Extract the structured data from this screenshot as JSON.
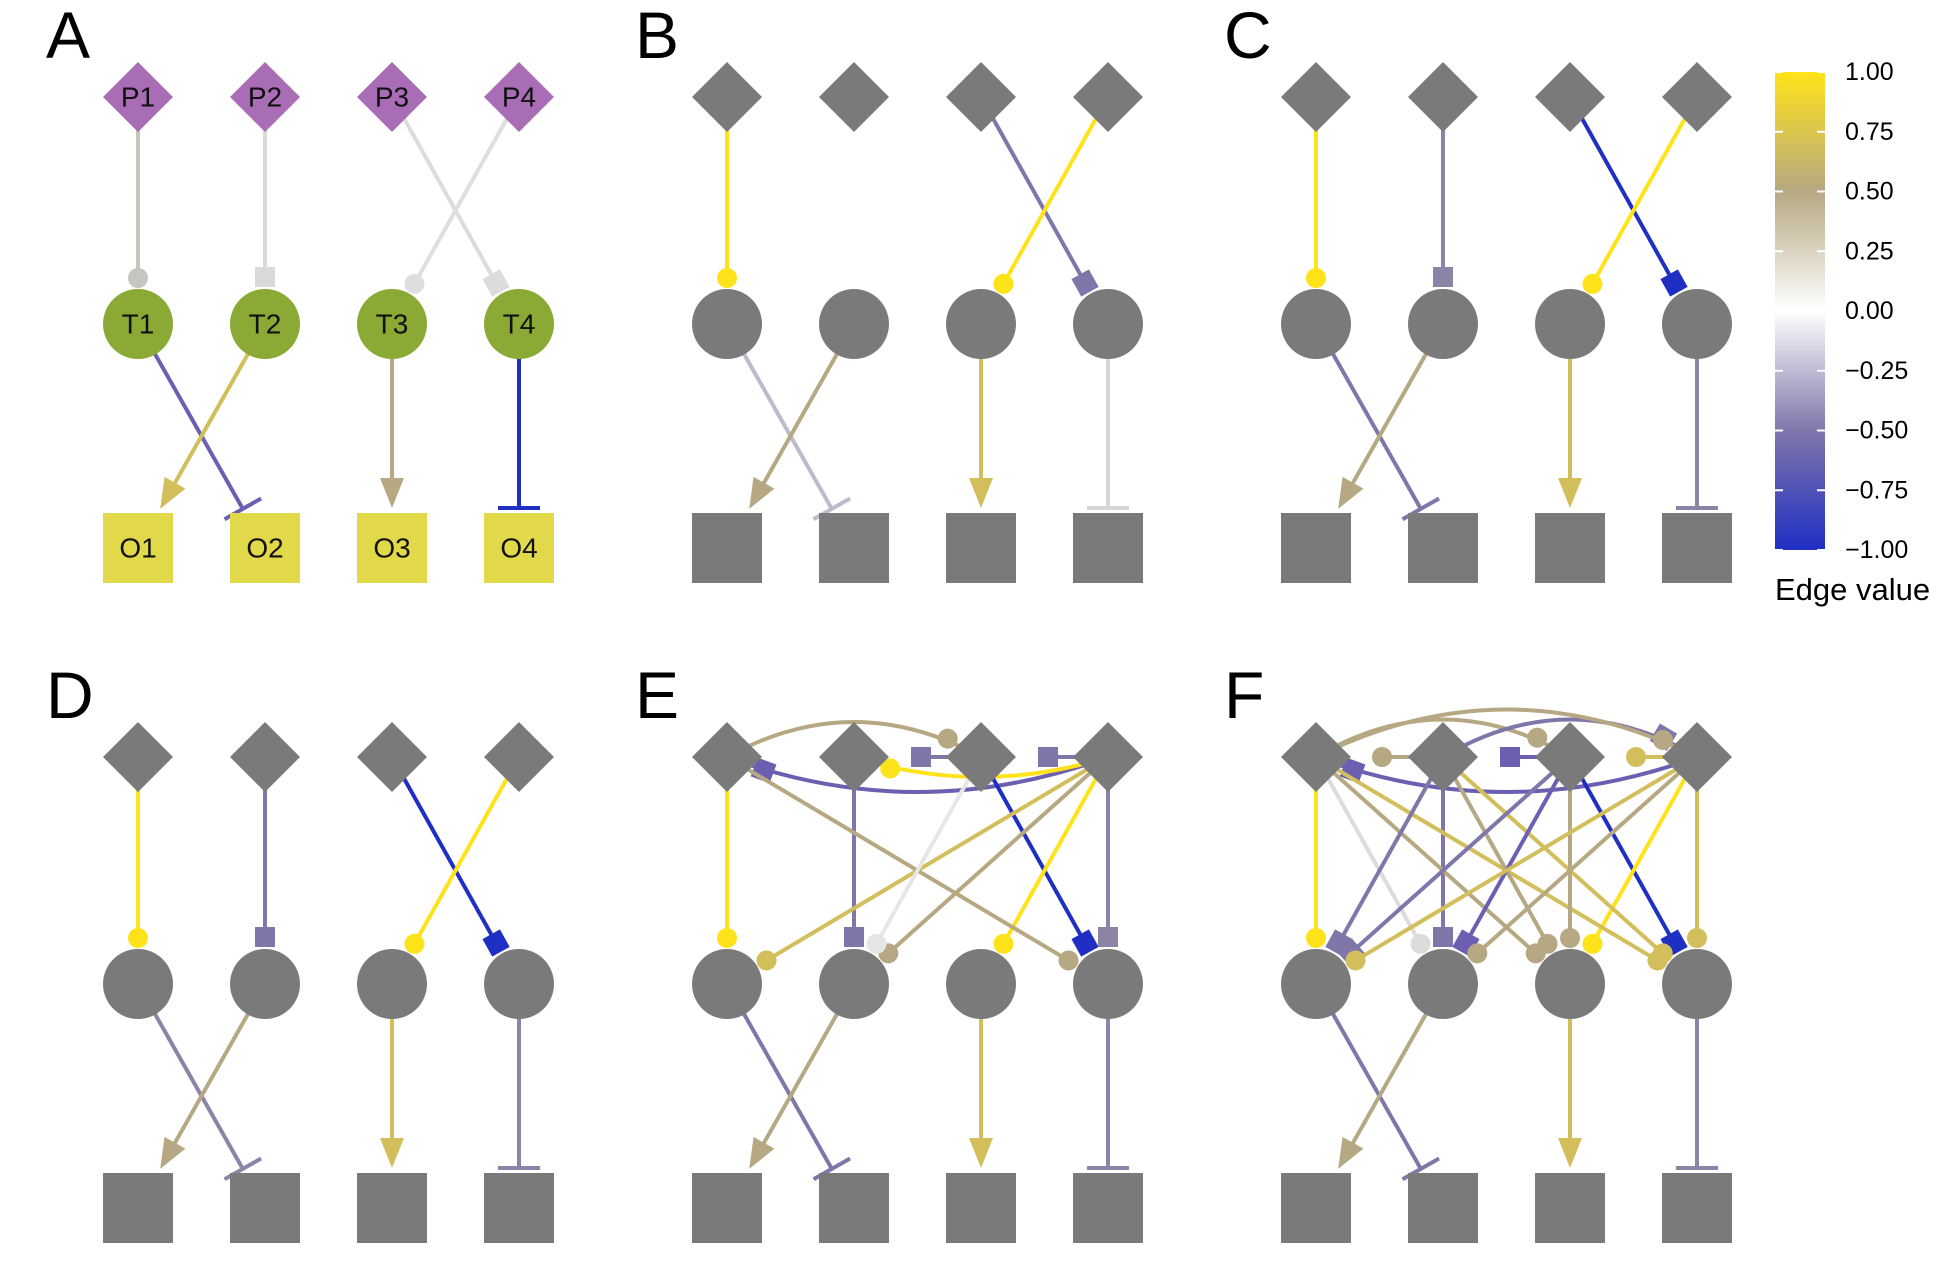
{
  "colors": {
    "protein": "#a96db5",
    "tf": "#8aaa35",
    "output": "#e2d94a",
    "gray_node": "#7a7a7a",
    "yellow": "#ffe31a",
    "gold": "#d2be5a",
    "tan": "#b6a882",
    "taupe": "#a6a093",
    "lightgray": "#d7d7d7",
    "lavender": "#bdbacb",
    "purple": "#8c84a6",
    "violet": "#7f76aa",
    "indigo": "#6c5fb1",
    "blue": "#1f2fc4"
  },
  "panels": [
    {
      "letter": "A",
      "labeled": true
    },
    {
      "letter": "B"
    },
    {
      "letter": "C"
    },
    {
      "letter": "D"
    },
    {
      "letter": "E"
    },
    {
      "letter": "F"
    }
  ],
  "node_labels": {
    "top": [
      "P1",
      "P2",
      "P3",
      "P4"
    ],
    "middle": [
      "T1",
      "T2",
      "T3",
      "T4"
    ],
    "bottom": [
      "O1",
      "O2",
      "O3",
      "O4"
    ]
  },
  "legend": {
    "title": "Edge value",
    "ticks": [
      "1.00",
      "0.75",
      "0.50",
      "0.25",
      "0.00",
      "−0.25",
      "−0.50",
      "−0.75",
      "−1.00"
    ],
    "gradient_top": "#ffe31a",
    "gradient_upper": "#b6a882",
    "gradient_mid": "#ffffff",
    "gradient_lower": "#7f76aa",
    "gradient_bottom": "#1f2fc4"
  }
}
